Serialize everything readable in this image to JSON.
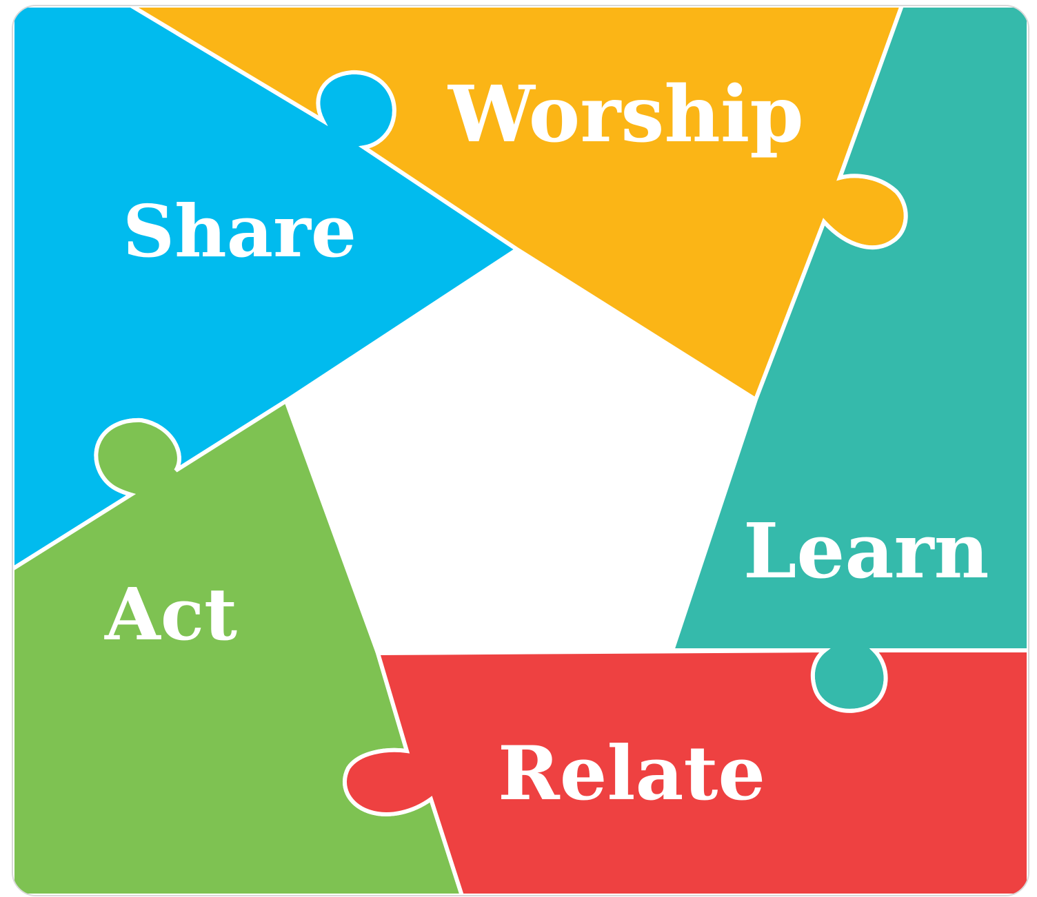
{
  "pieces": [
    {
      "id": "worship",
      "label": "Worship",
      "color": "#FBB516",
      "edge": "#C98A0C"
    },
    {
      "id": "share",
      "label": "Share",
      "color": "#01BBEE",
      "edge": "#0590B8"
    },
    {
      "id": "learn",
      "label": "Learn",
      "color": "#35BAAB",
      "edge": "#22877C"
    },
    {
      "id": "act",
      "label": "Act",
      "color": "#7EC252",
      "edge": "#5C9838"
    },
    {
      "id": "relate",
      "label": "Relate",
      "color": "#EE4141",
      "edge": "#B92E2E"
    }
  ],
  "center_color": "#FFFFFF"
}
